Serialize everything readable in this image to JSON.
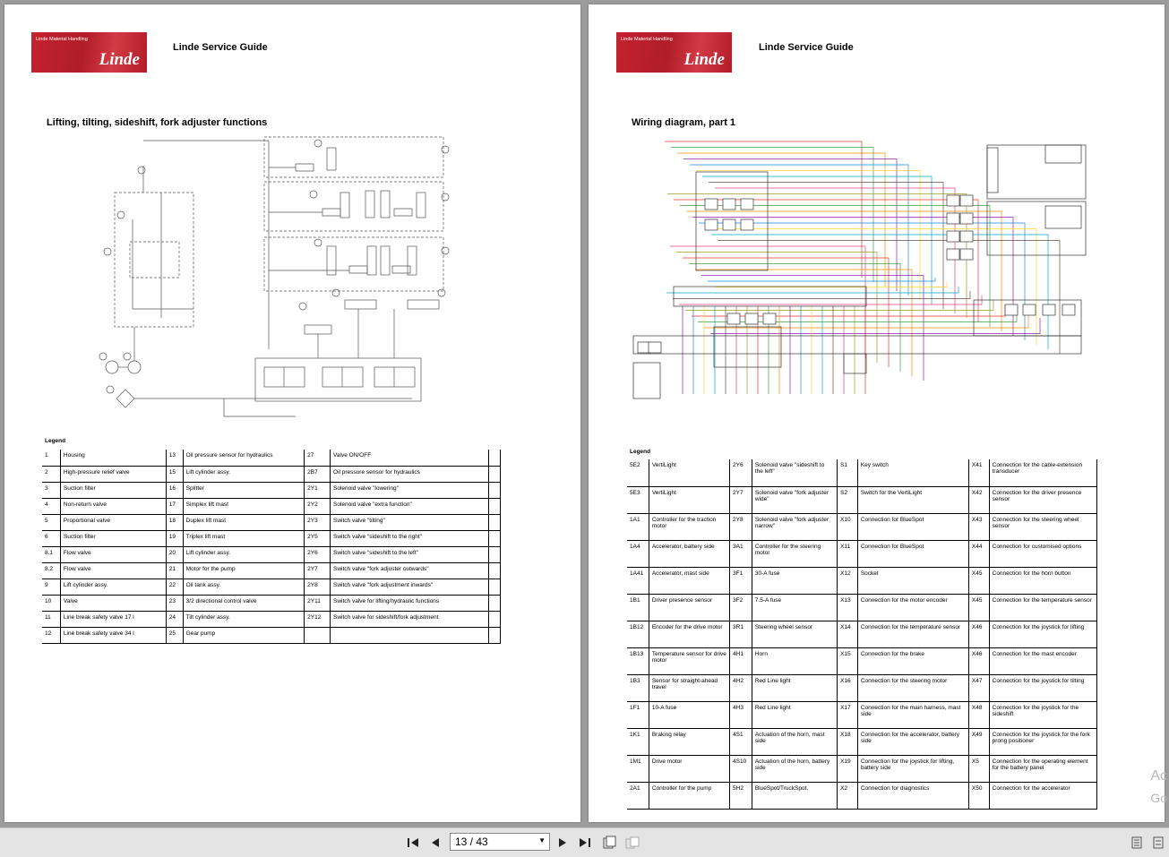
{
  "pages": [
    {
      "logo": {
        "company": "Linde Material Handling",
        "brand": "Linde"
      },
      "guide_title": "Linde Service Guide",
      "section_title": "Lifting, tilting, sideshift, fork adjuster functions",
      "legend_title": "Legend",
      "legend_rows": [
        [
          "1",
          "Housing",
          "13",
          "Oil pressure sensor for hydraulics",
          "27",
          "Valve ON/OFF"
        ],
        [
          "2",
          "High-pressure relief valve",
          "15",
          "Lift cylinder assy.",
          "2B7",
          "Oil pressure sensor for hydraulics"
        ],
        [
          "3",
          "Suction filter",
          "16",
          "Splitter",
          "2Y1",
          "Solenoid valve \"lowering\""
        ],
        [
          "4",
          "Non-return valve",
          "17",
          "Simplex lift mast",
          "2Y2",
          "Solenoid valve \"extra function\""
        ],
        [
          "5",
          "Proportional valve",
          "18",
          "Duplex lift mast",
          "2Y3",
          "Switch valve \"tilting\""
        ],
        [
          "6",
          "Suction filter",
          "19",
          "Triplex lift mast",
          "2Y5",
          "Switch valve \"sideshift to the right\""
        ],
        [
          "8.1",
          "Flow valve",
          "20",
          "Lift cylinder assy.",
          "2Y6",
          "Switch valve \"sideshift to the left\""
        ],
        [
          "8.2",
          "Flow valve",
          "21",
          "Motor for the pump",
          "2Y7",
          "Switch valve \"fork adjuster outwards\""
        ],
        [
          "9",
          "Lift cylinder assy.",
          "22",
          "Oil tank assy.",
          "2Y8",
          "Switch valve \"fork adjustment inwards\""
        ],
        [
          "10",
          "Valve",
          "23",
          "3/2 directional control valve",
          "2Y11",
          "Switch valve for lifting/hydraulic functions"
        ],
        [
          "11",
          "Line break safety valve 17 l",
          "24",
          "Tilt cylinder assy.",
          "2Y12",
          "Switch valve for sideshift/fork adjustment"
        ],
        [
          "12",
          "Line break safety valve 34 l",
          "25",
          "Gear pump",
          "",
          ""
        ]
      ]
    },
    {
      "logo": {
        "company": "Linde Material Handling",
        "brand": "Linde"
      },
      "guide_title": "Linde Service Guide",
      "section_title": "Wiring diagram, part 1",
      "legend_title": "Legend",
      "legend_rows": [
        [
          "5E2",
          "VertiLight",
          "2Y6",
          "Solenoid valve \"sideshift to the left\"",
          "S1",
          "Key switch",
          "X41",
          "Connection for the cable-extension transducer"
        ],
        [
          "5E3",
          "VertiLight",
          "2Y7",
          "Solenoid valve \"fork adjuster wide\"",
          "S2",
          "Switch for the VertiLight",
          "X42",
          "Connection for the driver presence sensor"
        ],
        [
          "1A1",
          "Controller for the traction motor",
          "2Y8",
          "Solenoid valve \"fork adjuster narrow\"",
          "X10",
          "Connection for BlueSpot",
          "X43",
          "Connection for the steering wheel sensor"
        ],
        [
          "1A4",
          "Accelerator, battery side",
          "3A1",
          "Controller for the steering motor",
          "X11",
          "Connection for BlueSpot",
          "X44",
          "Connection for customised options"
        ],
        [
          "1A41",
          "Accelerator, mast side",
          "3F1",
          "30-A fuse",
          "X12",
          "Socket",
          "X45",
          "Connection for the horn button"
        ],
        [
          "1B1",
          "Driver presence sensor",
          "3F2",
          "7.5-A fuse",
          "X13",
          "Connection for the motor encoder",
          "X45",
          "Connection for the temperature sensor"
        ],
        [
          "1B12",
          "Encoder for the drive motor",
          "3R1",
          "Steering wheel sensor",
          "X14",
          "Connection for the temperature sensor",
          "X46",
          "Connection for the joystick for lifting"
        ],
        [
          "1B13",
          "Temperature sensor for drive motor",
          "4H1",
          "Horn",
          "X15",
          "Connection for the brake",
          "X46",
          "Connection for the mast encoder"
        ],
        [
          "1B3",
          "Sensor for straight-ahead travel",
          "4H2",
          "Red Line light",
          "X16",
          "Connection for the steering motor",
          "X47",
          "Connection for the joystick for tilting"
        ],
        [
          "1F1",
          "10-A fuse",
          "4H3",
          "Red Line light",
          "X17",
          "Connection for the main harness, mast side",
          "X48",
          "Connection for the joystick for the sideshift"
        ],
        [
          "1K1",
          "Braking relay",
          "4S1",
          "Actuation of the horn, mast side",
          "X18",
          "Connection for the accelerator, battery side",
          "X49",
          "Connection for the joystick for the fork prong positioner"
        ],
        [
          "1M1",
          "Drive motor",
          "4S10",
          "Actuation of the horn, battery side",
          "X19",
          "Connection for the joystick for lifting, battery side",
          "X5",
          "Connection for the operating element for the battery panel"
        ],
        [
          "2A1",
          "Controller for the pump",
          "5H2",
          "BlueSpot/TruckSpot,",
          "X2",
          "Connection for diagnostics",
          "X50",
          "Connection for the accelerator"
        ]
      ]
    }
  ],
  "toolbar": {
    "page_indicator": "13 / 43",
    "first_icon": "first-page-icon",
    "prev_icon": "prev-page-icon",
    "next_icon": "next-page-icon",
    "last_icon": "last-page-icon"
  },
  "watermark": [
    "Ac",
    "Go"
  ]
}
